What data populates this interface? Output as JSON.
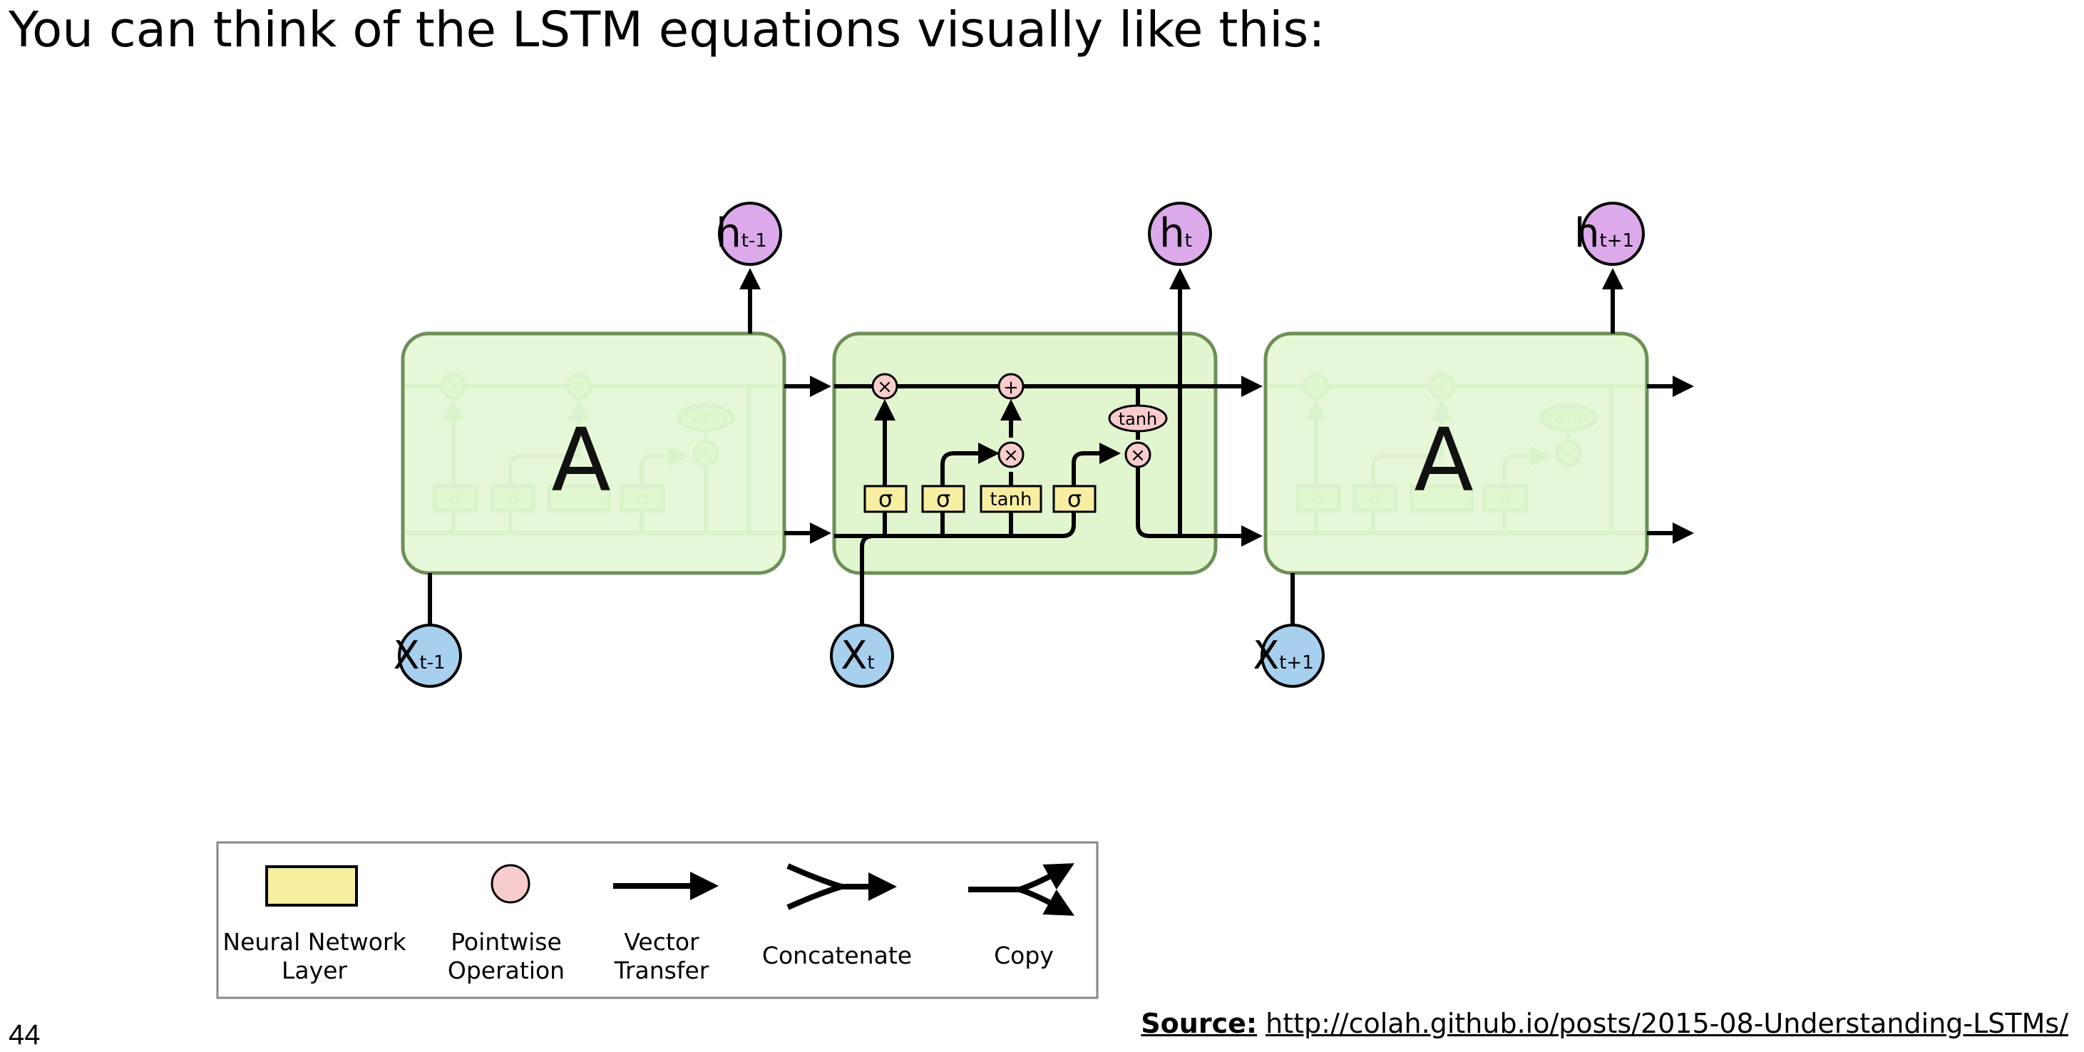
{
  "title": "You can think of the LSTM equations visually like this:",
  "diagram": {
    "cells": [
      {
        "label": "A"
      },
      {
        "label": "A"
      }
    ],
    "inputs": [
      {
        "base": "X",
        "sub": "t-1"
      },
      {
        "base": "X",
        "sub": "t"
      },
      {
        "base": "X",
        "sub": "t+1"
      }
    ],
    "outputs": [
      {
        "base": "h",
        "sub": "t-1"
      },
      {
        "base": "h",
        "sub": "t"
      },
      {
        "base": "h",
        "sub": "t+1"
      }
    ],
    "gates": {
      "forget": "σ",
      "input": "σ",
      "candidate": "tanh",
      "output": "σ"
    },
    "pointwise": {
      "multiply": "×",
      "add": "+",
      "tanh": "tanh"
    },
    "faded": {
      "gate_sigma": "σ",
      "tanh": "tanh",
      "multiply": "×",
      "add": "+"
    }
  },
  "legend": [
    {
      "line1": "Neural Network",
      "line2": "Layer"
    },
    {
      "line1": "Pointwise",
      "line2": "Operation"
    },
    {
      "line1": "Vector",
      "line2": "Transfer"
    },
    {
      "line1": "Concatenate",
      "line2": ""
    },
    {
      "line1": "Copy",
      "line2": ""
    }
  ],
  "colors": {
    "cell_fill": "#e1f6cf",
    "cell_stroke": "#6e8f58",
    "gate_fill": "#f8eea2",
    "pointwise_fill": "#f9cccc",
    "input_fill": "#a7cfee",
    "output_fill": "#dcaaea"
  },
  "slide_number": "44",
  "source": {
    "label": "Source:",
    "url": "http://colah.github.io/posts/2015-08-Understanding-LSTMs/"
  }
}
